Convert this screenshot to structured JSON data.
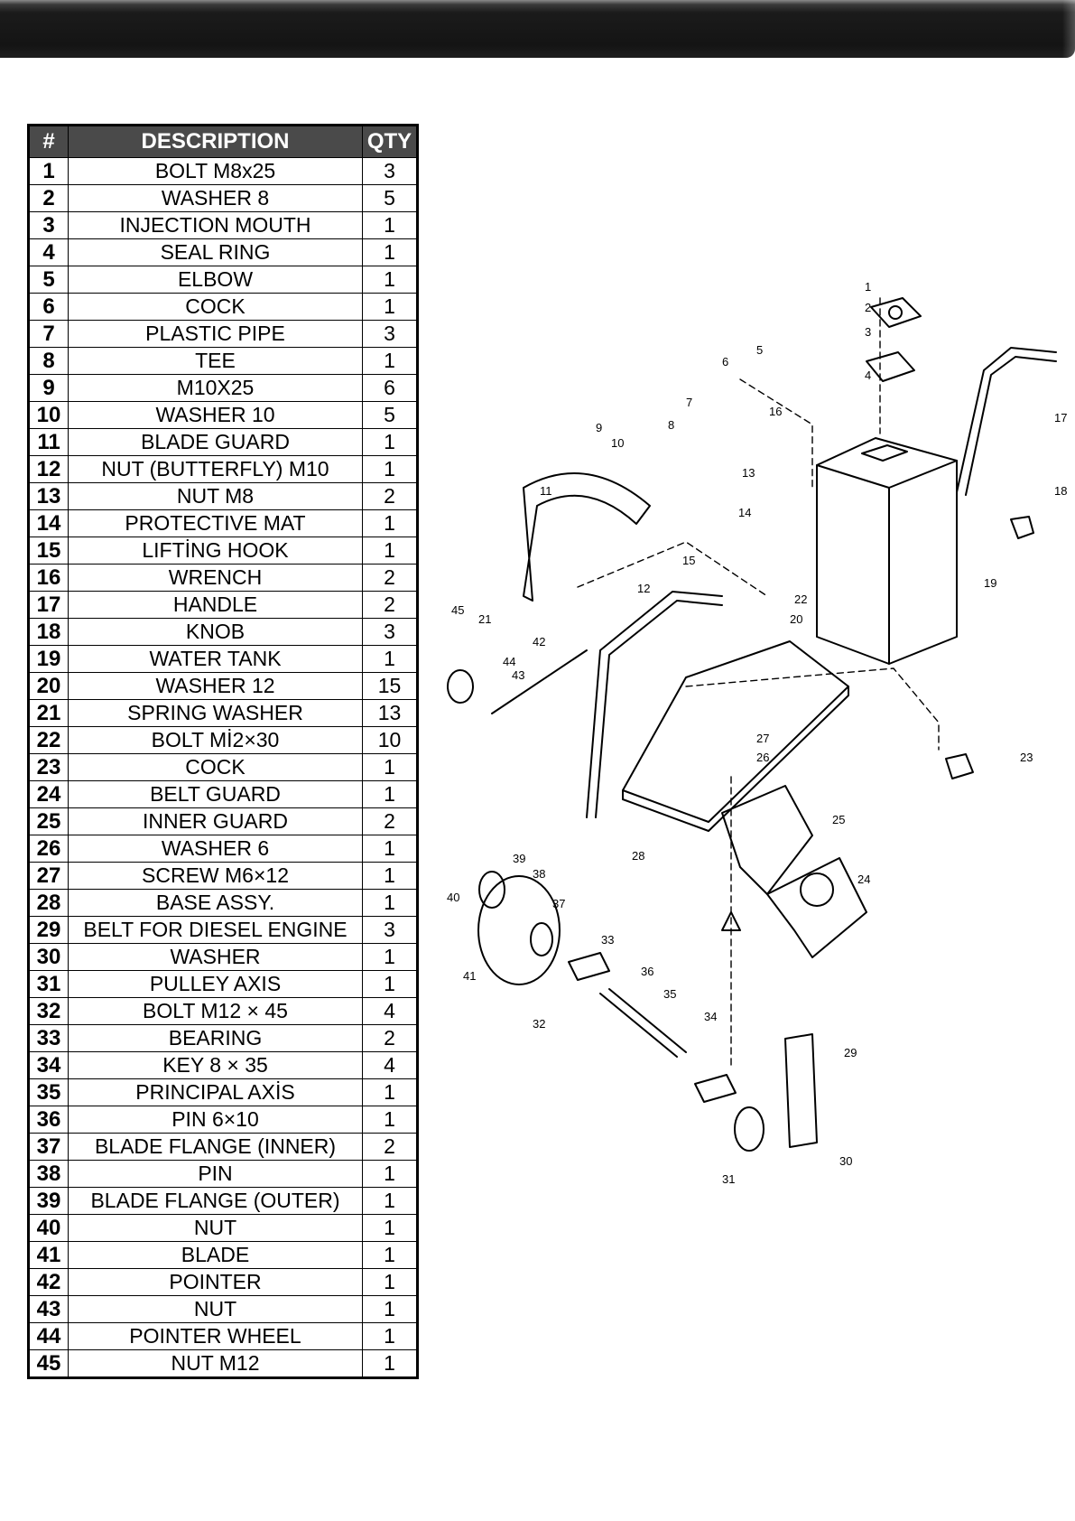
{
  "table": {
    "headers": {
      "num": "#",
      "description": "DESCRIPTION",
      "qty": "QTY"
    },
    "rows": [
      {
        "num": "1",
        "desc": "BOLT M8x25",
        "qty": "3"
      },
      {
        "num": "2",
        "desc": "WASHER 8",
        "qty": "5"
      },
      {
        "num": "3",
        "desc": "INJECTION MOUTH",
        "qty": "1"
      },
      {
        "num": "4",
        "desc": "SEAL RING",
        "qty": "1"
      },
      {
        "num": "5",
        "desc": "ELBOW",
        "qty": "1"
      },
      {
        "num": "6",
        "desc": "COCK",
        "qty": "1"
      },
      {
        "num": "7",
        "desc": "PLASTIC PIPE",
        "qty": "3"
      },
      {
        "num": "8",
        "desc": "TEE",
        "qty": "1"
      },
      {
        "num": "9",
        "desc": "M10X25",
        "qty": "6"
      },
      {
        "num": "10",
        "desc": "WASHER 10",
        "qty": "5"
      },
      {
        "num": "11",
        "desc": "BLADE GUARD",
        "qty": "1"
      },
      {
        "num": "12",
        "desc": "NUT (BUTTERFLY) M10",
        "qty": "1"
      },
      {
        "num": "13",
        "desc": "NUT M8",
        "qty": "2"
      },
      {
        "num": "14",
        "desc": "PROTECTIVE MAT",
        "qty": "1"
      },
      {
        "num": "15",
        "desc": "LIFTİNG HOOK",
        "qty": "1"
      },
      {
        "num": "16",
        "desc": "WRENCH",
        "qty": "2"
      },
      {
        "num": "17",
        "desc": "HANDLE",
        "qty": "2"
      },
      {
        "num": "18",
        "desc": "KNOB",
        "qty": "3"
      },
      {
        "num": "19",
        "desc": "WATER TANK",
        "qty": "1"
      },
      {
        "num": "20",
        "desc": "WASHER 12",
        "qty": "15"
      },
      {
        "num": "21",
        "desc": "SPRING WASHER",
        "qty": "13"
      },
      {
        "num": "22",
        "desc": "BOLT Mİ2×30",
        "qty": "10"
      },
      {
        "num": "23",
        "desc": "COCK",
        "qty": "1"
      },
      {
        "num": "24",
        "desc": "BELT GUARD",
        "qty": "1"
      },
      {
        "num": "25",
        "desc": "INNER GUARD",
        "qty": "2"
      },
      {
        "num": "26",
        "desc": "WASHER 6",
        "qty": "1"
      },
      {
        "num": "27",
        "desc": "SCREW M6×12",
        "qty": "1"
      },
      {
        "num": "28",
        "desc": "BASE ASSY.",
        "qty": "1"
      },
      {
        "num": "29",
        "desc": "BELT FOR DIESEL ENGINE",
        "qty": "3"
      },
      {
        "num": "30",
        "desc": "WASHER",
        "qty": "1"
      },
      {
        "num": "31",
        "desc": "PULLEY AXIS",
        "qty": "1"
      },
      {
        "num": "32",
        "desc": "BOLT M12 × 45",
        "qty": "4"
      },
      {
        "num": "33",
        "desc": "BEARING",
        "qty": "2"
      },
      {
        "num": "34",
        "desc": "KEY 8 × 35",
        "qty": "4"
      },
      {
        "num": "35",
        "desc": "PRINCIPAL AXİS",
        "qty": "1"
      },
      {
        "num": "36",
        "desc": "PIN 6×10",
        "qty": "1"
      },
      {
        "num": "37",
        "desc": "BLADE FLANGE (INNER)",
        "qty": "2"
      },
      {
        "num": "38",
        "desc": "PIN",
        "qty": "1"
      },
      {
        "num": "39",
        "desc": "BLADE FLANGE (OUTER)",
        "qty": "1"
      },
      {
        "num": "40",
        "desc": "NUT",
        "qty": "1"
      },
      {
        "num": "41",
        "desc": "BLADE",
        "qty": "1"
      },
      {
        "num": "42",
        "desc": "POINTER",
        "qty": "1"
      },
      {
        "num": "43",
        "desc": "NUT",
        "qty": "1"
      },
      {
        "num": "44",
        "desc": "POINTER WHEEL",
        "qty": "1"
      },
      {
        "num": "45",
        "desc": "NUT M12",
        "qty": "1"
      }
    ]
  },
  "diagram": {
    "callouts": [
      "1",
      "2",
      "3",
      "4",
      "5",
      "6",
      "7",
      "8",
      "9",
      "10",
      "11",
      "12",
      "13",
      "14",
      "15",
      "16",
      "17",
      "18",
      "19",
      "20",
      "21",
      "22",
      "23",
      "24",
      "25",
      "26",
      "27",
      "28",
      "29",
      "30",
      "31",
      "32",
      "33",
      "34",
      "35",
      "36",
      "37",
      "38",
      "39",
      "40",
      "41",
      "42",
      "43",
      "44",
      "45"
    ]
  }
}
